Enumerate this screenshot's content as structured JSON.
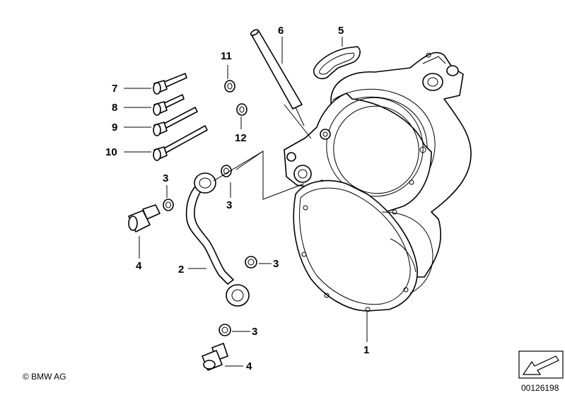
{
  "labels": {
    "l1": "1",
    "l2": "2",
    "l3a": "3",
    "l3b": "3",
    "l3c": "3",
    "l3d": "3",
    "l4a": "4",
    "l4b": "4",
    "l5": "5",
    "l6": "6",
    "l7": "7",
    "l8": "8",
    "l9": "9",
    "l10": "10",
    "l11": "11",
    "l12": "12"
  },
  "footer": {
    "copyright": "© BMW AG",
    "image_number": "00126198"
  },
  "icons": {
    "corner": "arrow-nav-icon"
  }
}
